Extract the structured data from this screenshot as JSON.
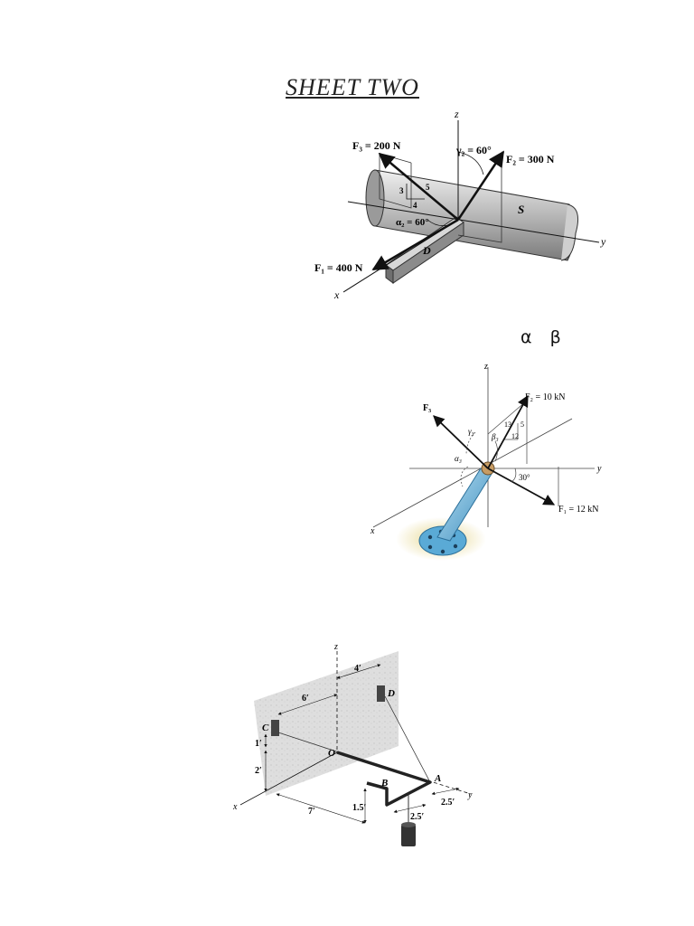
{
  "sheet": {
    "title": "SHEET TWO"
  },
  "greek_symbols": {
    "alpha": "α",
    "beta": "β"
  },
  "figure1": {
    "axes": {
      "x": "x",
      "y": "y",
      "z": "z"
    },
    "forces": {
      "f1": "F₁ = 400 N",
      "f2": "F₂ = 300 N",
      "f3": "F₃ = 200 N"
    },
    "angles": {
      "gamma2": "γ₂ = 60°",
      "alpha2": "α₂ = 60°"
    },
    "slope": {
      "rise": "3",
      "hyp": "5",
      "run": "4"
    },
    "labels": {
      "shaft": "S",
      "block": "D"
    }
  },
  "figure2": {
    "axes": {
      "x": "x",
      "y": "y",
      "z": "z"
    },
    "forces": {
      "f1": "F₁ = 12 kN",
      "f2": "F₂ = 10 kN",
      "f3": "F₃"
    },
    "angles": {
      "gamma3": "γ₃",
      "beta3": "β₃",
      "alpha3": "α₃",
      "deg30": "30°"
    },
    "slope": {
      "hyp": "13",
      "rise": "5",
      "run": "12"
    }
  },
  "figure3": {
    "axes": {
      "x": "x",
      "y": "y",
      "z": "z"
    },
    "points": {
      "c": "C",
      "d": "D",
      "o": "O",
      "a": "A",
      "b": "B"
    },
    "dims": {
      "d4": "4′",
      "d6": "6′",
      "d1": "1′",
      "d2": "2′",
      "d7": "7′",
      "d15": "1.5′",
      "d25a": "2.5′",
      "d25b": "2.5′"
    }
  }
}
